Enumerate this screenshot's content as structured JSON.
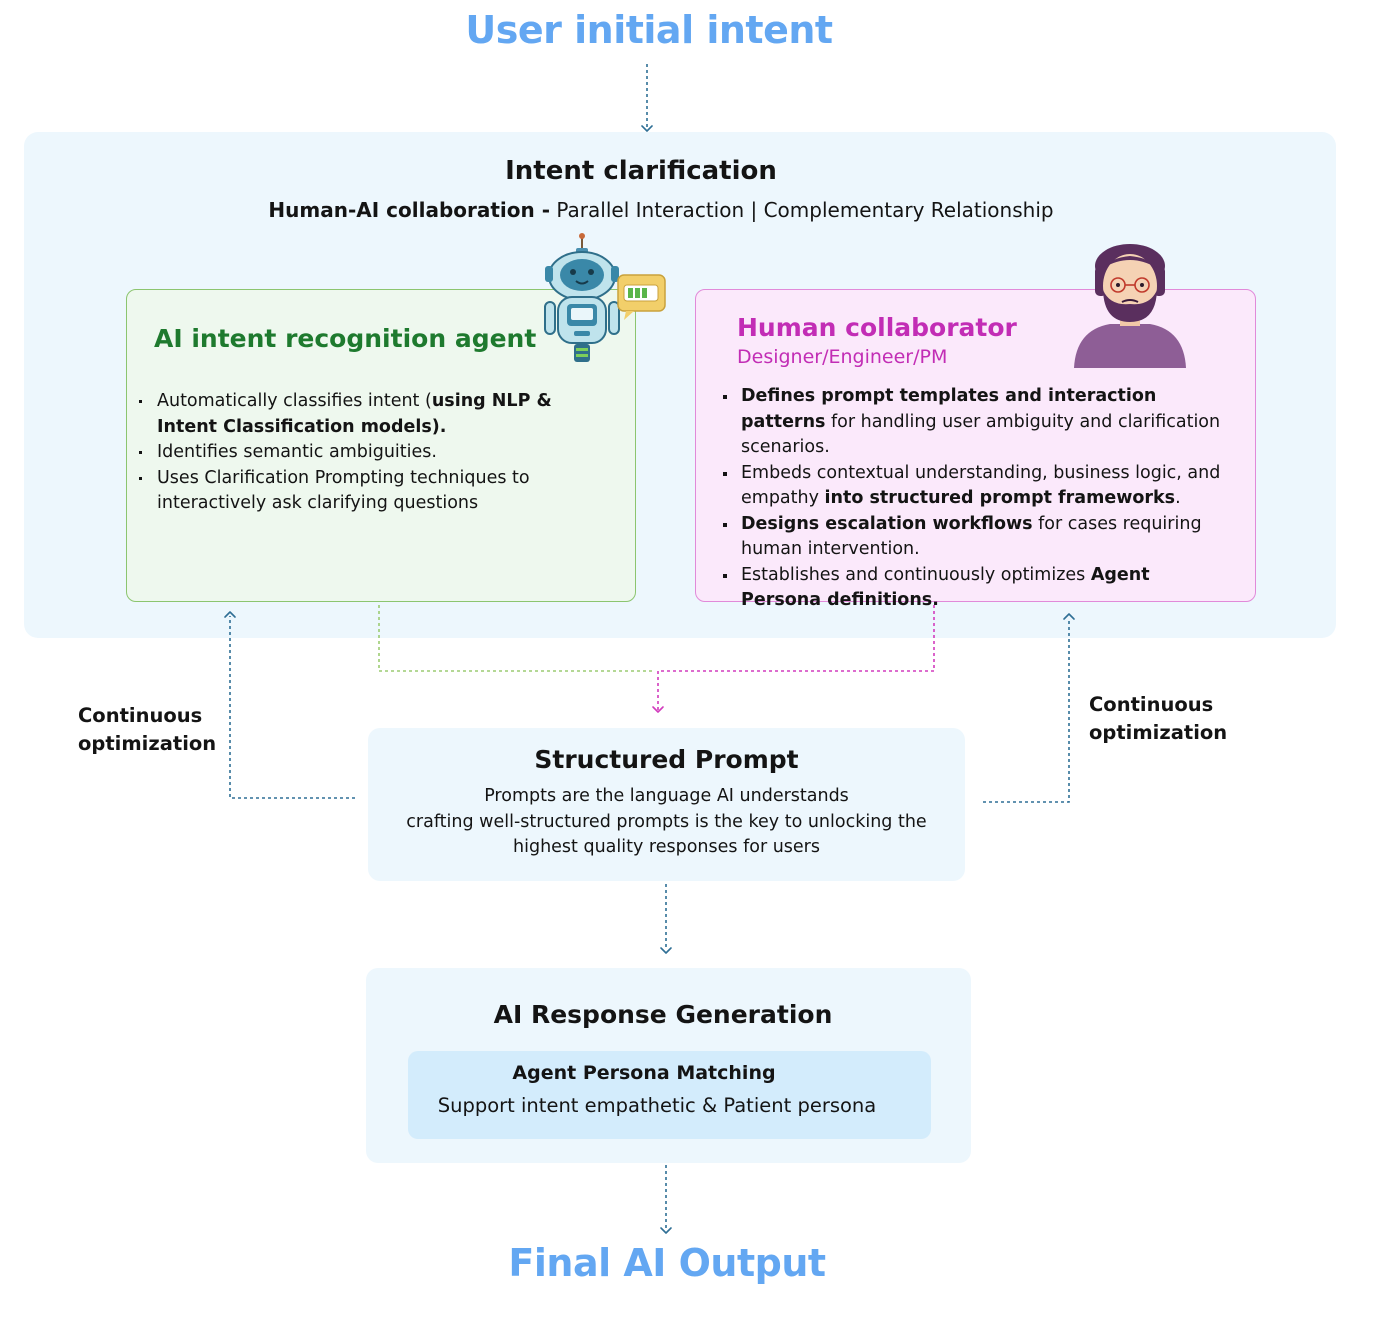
{
  "top_title": "User initial intent",
  "clarification": {
    "title": "Intent clarification",
    "subtitle_bold": "Human-AI collaboration -",
    "subtitle_rest": " Parallel Interaction | Complementary Relationship"
  },
  "ai_agent": {
    "title": "AI intent recognition agent",
    "bullets": [
      {
        "text": "Automatically classifies intent (",
        "bold": "using NLP & Intent Classification models)."
      },
      {
        "text": "Identifies semantic ambiguities.",
        "bold": ""
      },
      {
        "text": "Uses Clarification Prompting techniques to interactively ask clarifying questions",
        "bold": ""
      }
    ]
  },
  "human": {
    "title": "Human collaborator",
    "subtitle": "Designer/Engineer/PM",
    "bullets": [
      {
        "b1": "Defines prompt templates and interaction patterns",
        "t1": " for handling user ambiguity and clarification scenarios.",
        "b2": "",
        "t2": ""
      },
      {
        "b1": "",
        "t1": "Embeds contextual understanding, business logic, and empathy ",
        "b2": "into structured prompt frameworks",
        "t2": "."
      },
      {
        "b1": "Designs escalation workflows",
        "t1": " for cases requiring human intervention.",
        "b2": "",
        "t2": ""
      },
      {
        "b1": "",
        "t1": "Establishes and continuously optimizes ",
        "b2": "Agent Persona definitions.",
        "t2": ""
      }
    ]
  },
  "structured_prompt": {
    "title": "Structured Prompt",
    "lines": [
      "Prompts are the language AI understands",
      "crafting well-structured prompts is the key to unlocking the",
      "highest quality responses for users"
    ]
  },
  "response_generation": {
    "title": "AI Response Generation",
    "persona_title": "Agent Persona Matching",
    "persona_desc": "Support intent empathetic & Patient persona"
  },
  "optimization_left": [
    "Continuous",
    "optimization"
  ],
  "optimization_right": [
    "Continuous",
    "optimization"
  ],
  "bottom_title": "Final AI Output",
  "colors": {
    "blue_title": "#63a7f2",
    "panel_bg": "#edf7fd",
    "ai_green": "#1e7a2e",
    "ai_border": "#8cc56f",
    "human_magenta": "#c22db5",
    "human_border": "#e18ad9",
    "arrow_blue": "#2f6f95",
    "arrow_green": "#9ccc72",
    "arrow_magenta": "#d23cbd"
  },
  "icons": [
    "robot-icon",
    "speech-bubble-icon",
    "person-avatar-icon",
    "arrow-down-icon",
    "arrow-up-icon"
  ]
}
